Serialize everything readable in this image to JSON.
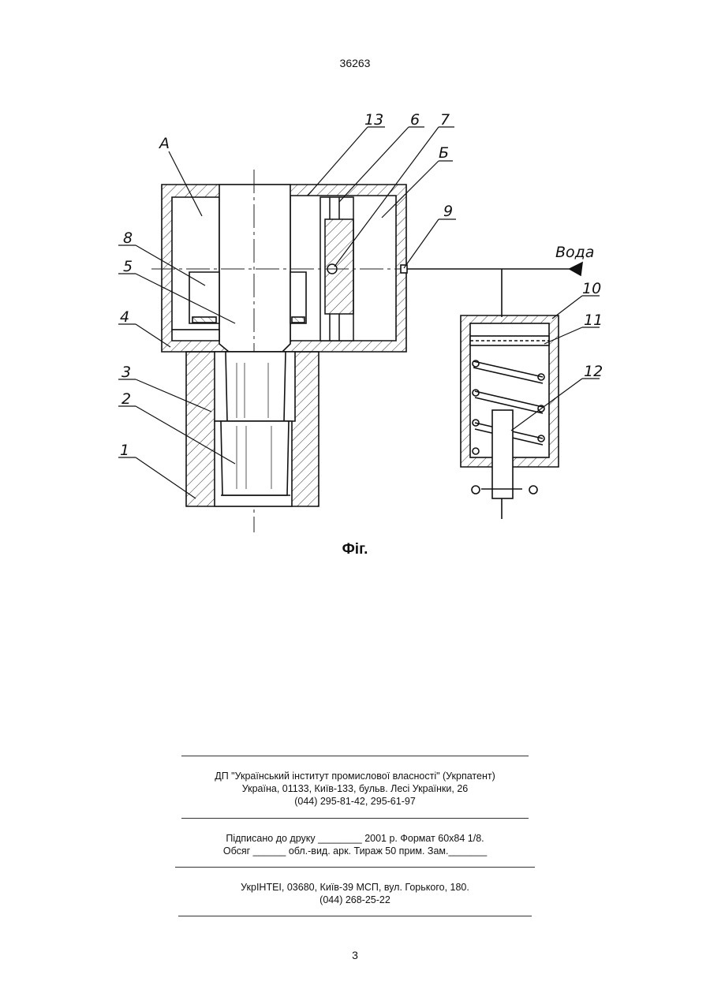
{
  "header": {
    "patent_number": "36263"
  },
  "drawing": {
    "labels": {
      "l13": "13",
      "l6": "6",
      "l7": "7",
      "lB": "Б",
      "lA": "А",
      "l9": "9",
      "l8": "8",
      "l5": "5",
      "l4": "4",
      "l3": "3",
      "l2": "2",
      "l1": "1",
      "l10": "10",
      "l11": "11",
      "l12": "12",
      "water": "Вода"
    }
  },
  "caption": "Фіг.",
  "footer": {
    "org_line1": "ДП \"Український інститут промислової власності\" (Укрпатент)",
    "org_line2": "Україна, 01133, Київ-133, бульв. Лесі Українки, 26",
    "org_line3": "(044) 295-81-42, 295-61-97",
    "print_line1": "Підписано до друку ________ 2001 р.    Формат 60х84 1/8.",
    "print_line2": "Обсяг ______ обл.-вид. арк.   Тираж 50 прим.    Зам._______",
    "printer_line1": "УкрІНТЕІ, 03680, Київ-39 МСП, вул. Горького, 180.",
    "printer_line2": "(044) 268-25-22"
  },
  "page_number": "3"
}
